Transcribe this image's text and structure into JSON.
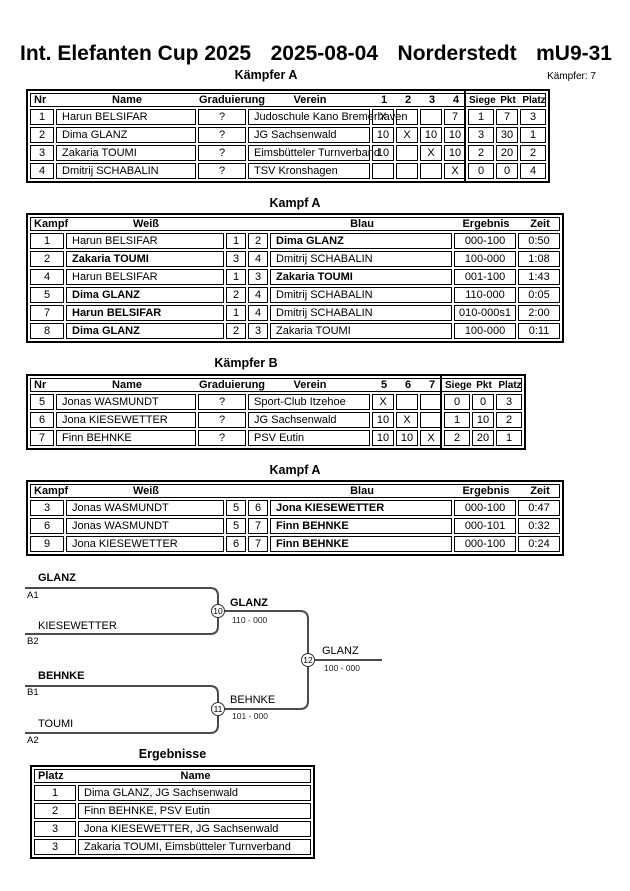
{
  "header": {
    "title_parts": [
      "Int. Elefanten Cup 2025",
      "2025-08-04",
      "Norderstedt",
      "mU9-31"
    ],
    "fighter_count": "Kämpfer: 7"
  },
  "pool_a": {
    "title": "Kämpfer A",
    "col_headers": {
      "nr": "Nr",
      "name": "Name",
      "grad": "Graduierung",
      "verein": "Verein",
      "m1": "1",
      "m2": "2",
      "m3": "3",
      "m4": "4",
      "siege": "Siege",
      "pkt": "Pkt",
      "platz": "Platz"
    },
    "rows": [
      {
        "nr": "1",
        "name": "Harun BELSIFAR",
        "grad": "?",
        "verein": "Judoschule Kano Bremerhaven",
        "c1": "X",
        "c2": "",
        "c3": "",
        "c4": "7",
        "siege": "1",
        "pkt": "7",
        "platz": "3"
      },
      {
        "nr": "2",
        "name": "Dima GLANZ",
        "grad": "?",
        "verein": "JG Sachsenwald",
        "c1": "10",
        "c2": "X",
        "c3": "10",
        "c4": "10",
        "siege": "3",
        "pkt": "30",
        "platz": "1"
      },
      {
        "nr": "3",
        "name": "Zakaria TOUMI",
        "grad": "?",
        "verein": "Eimsbütteler Turnverband",
        "c1": "10",
        "c2": "",
        "c3": "X",
        "c4": "10",
        "siege": "2",
        "pkt": "20",
        "platz": "2"
      },
      {
        "nr": "4",
        "name": "Dmitrij SCHABALIN",
        "grad": "?",
        "verein": "TSV Kronshagen",
        "c1": "",
        "c2": "",
        "c3": "",
        "c4": "X",
        "siege": "0",
        "pkt": "0",
        "platz": "4"
      }
    ]
  },
  "matches_a": {
    "title": "Kampf A",
    "col_headers": {
      "kampf": "Kampf",
      "weiss": "Weiß",
      "blau": "Blau",
      "ergebnis": "Ergebnis",
      "zeit": "Zeit"
    },
    "rows": [
      {
        "kampf": "1",
        "weiss": "Harun BELSIFAR",
        "wnr": "1",
        "bnr": "2",
        "blau": "Dima GLANZ",
        "ergebnis": "000-100",
        "zeit": "0:50"
      },
      {
        "kampf": "2",
        "weiss": "Zakaria TOUMI",
        "wnr": "3",
        "bnr": "4",
        "blau": "Dmitrij SCHABALIN",
        "ergebnis": "100-000",
        "zeit": "1:08"
      },
      {
        "kampf": "4",
        "weiss": "Harun BELSIFAR",
        "wnr": "1",
        "bnr": "3",
        "blau": "Zakaria TOUMI",
        "ergebnis": "001-100",
        "zeit": "1:43"
      },
      {
        "kampf": "5",
        "weiss": "Dima GLANZ",
        "wnr": "2",
        "bnr": "4",
        "blau": "Dmitrij SCHABALIN",
        "ergebnis": "110-000",
        "zeit": "0:05"
      },
      {
        "kampf": "7",
        "weiss": "Harun BELSIFAR",
        "wnr": "1",
        "bnr": "4",
        "blau": "Dmitrij SCHABALIN",
        "ergebnis": "010-000s1",
        "zeit": "2:00"
      },
      {
        "kampf": "8",
        "weiss": "Dima GLANZ",
        "wnr": "2",
        "bnr": "3",
        "blau": "Zakaria TOUMI",
        "ergebnis": "100-000",
        "zeit": "0:11"
      }
    ]
  },
  "pool_b": {
    "title": "Kämpfer B",
    "col_headers": {
      "nr": "Nr",
      "name": "Name",
      "grad": "Graduierung",
      "verein": "Verein",
      "m5": "5",
      "m6": "6",
      "m7": "7",
      "siege": "Siege",
      "pkt": "Pkt",
      "platz": "Platz"
    },
    "rows": [
      {
        "nr": "5",
        "name": "Jonas WASMUNDT",
        "grad": "?",
        "verein": "Sport-Club Itzehoe",
        "c5": "X",
        "c6": "",
        "c7": "",
        "siege": "0",
        "pkt": "0",
        "platz": "3"
      },
      {
        "nr": "6",
        "name": "Jona KIESEWETTER",
        "grad": "?",
        "verein": "JG Sachsenwald",
        "c5": "10",
        "c6": "X",
        "c7": "",
        "siege": "1",
        "pkt": "10",
        "platz": "2"
      },
      {
        "nr": "7",
        "name": "Finn BEHNKE",
        "grad": "?",
        "verein": "PSV Eutin",
        "c5": "10",
        "c6": "10",
        "c7": "X",
        "siege": "2",
        "pkt": "20",
        "platz": "1"
      }
    ]
  },
  "matches_b": {
    "title": "Kampf A",
    "col_headers": {
      "kampf": "Kampf",
      "weiss": "Weiß",
      "blau": "Blau",
      "ergebnis": "Ergebnis",
      "zeit": "Zeit"
    },
    "rows": [
      {
        "kampf": "3",
        "weiss": "Jonas WASMUNDT",
        "wnr": "5",
        "bnr": "6",
        "blau": "Jona KIESEWETTER",
        "ergebnis": "000-100",
        "zeit": "0:47"
      },
      {
        "kampf": "6",
        "weiss": "Jonas WASMUNDT",
        "wnr": "5",
        "bnr": "7",
        "blau": "Finn BEHNKE",
        "ergebnis": "000-101",
        "zeit": "0:32"
      },
      {
        "kampf": "9",
        "weiss": "Jona KIESEWETTER",
        "wnr": "6",
        "bnr": "7",
        "blau": "Finn BEHNKE",
        "ergebnis": "000-100",
        "zeit": "0:24"
      }
    ]
  },
  "bracket": {
    "semi1": {
      "slot1": "GLANZ",
      "seed1": "A1",
      "slot2": "KIESEWETTER",
      "seed2": "B2",
      "match_nr": "10",
      "winner": "GLANZ",
      "score": "110 - 000"
    },
    "semi2": {
      "slot1": "BEHNKE",
      "seed1": "B1",
      "slot2": "TOUMI",
      "seed2": "A2",
      "match_nr": "11",
      "winner": "BEHNKE",
      "score": "101 - 000"
    },
    "final": {
      "match_nr": "12",
      "winner": "GLANZ",
      "score": "100 - 000"
    }
  },
  "results": {
    "title": "Ergebnisse",
    "col_headers": {
      "platz": "Platz",
      "name": "Name"
    },
    "rows": [
      {
        "platz": "1",
        "name": "Dima GLANZ, JG Sachsenwald"
      },
      {
        "platz": "2",
        "name": "Finn BEHNKE, PSV Eutin"
      },
      {
        "platz": "3",
        "name": "Jona KIESEWETTER, JG Sachsenwald"
      },
      {
        "platz": "3",
        "name": "Zakaria TOUMI, Eimsbütteler Turnverband"
      }
    ]
  }
}
